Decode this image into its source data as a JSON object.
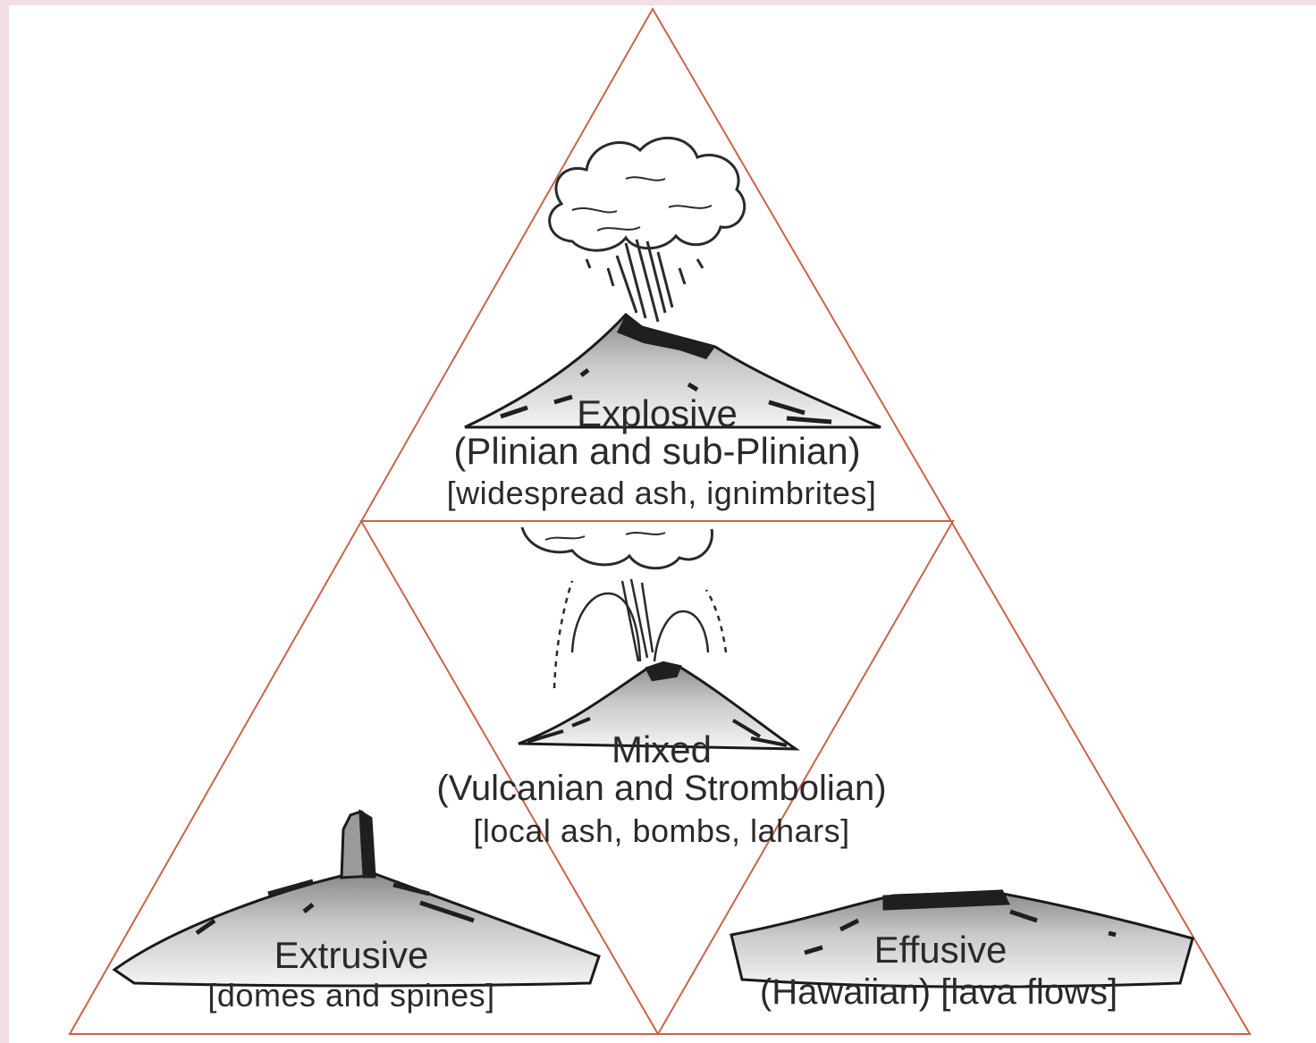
{
  "diagram": {
    "colors": {
      "triangle_line": "#c8644a",
      "ink": "#2a2a2a",
      "background": "#f3dfe3",
      "panel": "#ffffff"
    },
    "sections": {
      "explosive": {
        "name": "Explosive",
        "style": "(Plinian and sub-Plinian)",
        "products": "[widespread ash, ignimbrites]",
        "icon": "volcano-plinian-eruption-icon"
      },
      "mixed": {
        "name": "Mixed",
        "style": "(Vulcanian and Strombolian)",
        "products": "[local ash, bombs, lahars]",
        "icon": "volcano-strombolian-eruption-icon"
      },
      "extrusive": {
        "name": "Extrusive",
        "products": "[domes and spines]",
        "icon": "lava-dome-spine-icon"
      },
      "effusive": {
        "name": "Effusive",
        "style_products": "(Hawaiian) [lava flows]",
        "icon": "shield-volcano-icon"
      }
    }
  }
}
